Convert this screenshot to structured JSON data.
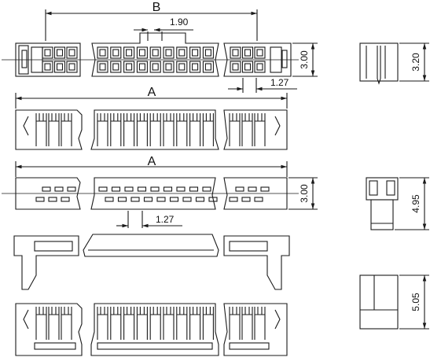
{
  "diagram": {
    "title": "",
    "dimensions": {
      "B": "B",
      "A_top": "A",
      "A_mid": "A",
      "pitch_190": "1.90",
      "height_300_top": "3.00",
      "pitch_127_top": "1.27",
      "height_300_mid": "3.00",
      "pitch_127_mid": "1.27",
      "height_320": "3.20",
      "height_495": "4.95",
      "height_505": "5.05"
    }
  }
}
